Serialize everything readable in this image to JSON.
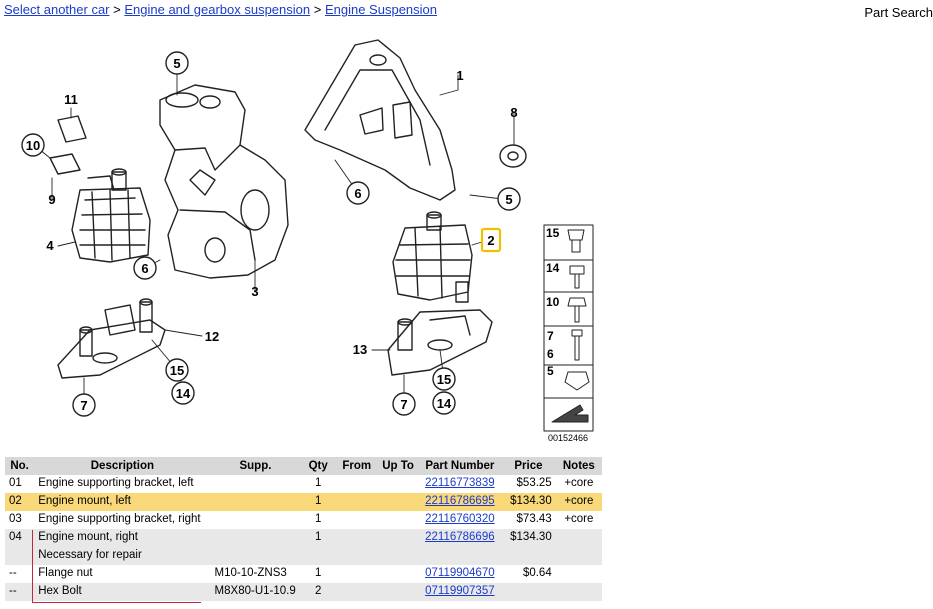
{
  "breadcrumb": [
    "Select another car",
    "Engine and gearbox suspension",
    "Engine Suspension"
  ],
  "breadcrumb_sep": ">",
  "part_search": "Part Search",
  "diagram": {
    "callouts": [
      "1",
      "2",
      "3",
      "4",
      "5",
      "5",
      "6",
      "6",
      "7",
      "7",
      "8",
      "9",
      "10",
      "11",
      "12",
      "13",
      "14",
      "14",
      "15",
      "15"
    ],
    "legend_labels": [
      "15",
      "14",
      "10",
      "7",
      "6",
      "5"
    ],
    "image_code": "00152466",
    "highlight_color": "#f0c000"
  },
  "table": {
    "headers": [
      "No.",
      "Description",
      "Supp.",
      "Qty",
      "From",
      "Up To",
      "Part Number",
      "Price",
      "Notes"
    ],
    "rows": [
      {
        "no": "01",
        "desc": "Engine supporting bracket, left",
        "supp": "",
        "qty": "1",
        "from": "",
        "upto": "",
        "part": "22116773839",
        "price": "$53.25",
        "notes": "+core"
      },
      {
        "no": "02",
        "desc": "Engine mount, left",
        "supp": "",
        "qty": "1",
        "from": "",
        "upto": "",
        "part": "22116786695",
        "price": "$134.30",
        "notes": "+core"
      },
      {
        "no": "03",
        "desc": "Engine supporting bracket, right",
        "supp": "",
        "qty": "1",
        "from": "",
        "upto": "",
        "part": "22116760320",
        "price": "$73.43",
        "notes": "+core"
      },
      {
        "no": "04",
        "desc": "Engine mount, right",
        "supp": "",
        "qty": "1",
        "from": "",
        "upto": "",
        "part": "22116786696",
        "price": "$134.30",
        "notes": ""
      },
      {
        "no": "",
        "desc": "Necessary for repair",
        "supp": "",
        "qty": "",
        "from": "",
        "upto": "",
        "part": "",
        "price": "",
        "notes": ""
      },
      {
        "no": "--",
        "desc": "Flange nut",
        "supp": "M10-10-ZNS3",
        "qty": "1",
        "from": "",
        "upto": "",
        "part": "07119904670",
        "price": "$0.64",
        "notes": ""
      },
      {
        "no": "--",
        "desc": "Hex Bolt",
        "supp": "M8X80-U1-10.9",
        "qty": "2",
        "from": "",
        "upto": "",
        "part": "07119907357",
        "price": "",
        "notes": ""
      }
    ]
  },
  "colors": {
    "link": "#1a3ccc",
    "header_bg": "#d8d8d8",
    "alt_row": "#e8e8e8",
    "highlight_row": "#f8d878",
    "red_box": "#c0283c"
  }
}
